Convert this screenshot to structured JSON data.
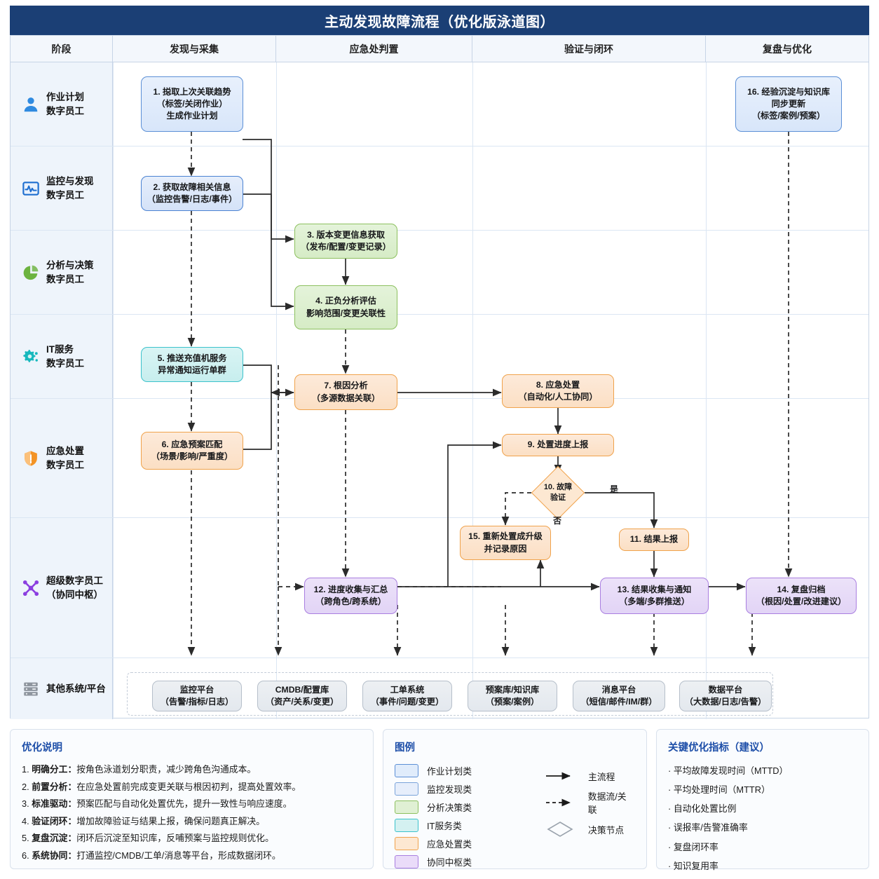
{
  "title": "主动发现故障流程（优化版泳道图）",
  "phases": [
    {
      "label": "阶段"
    },
    {
      "label": "发现与采集"
    },
    {
      "label": "应急处判置"
    },
    {
      "label": "验证与闭环"
    },
    {
      "label": "复盘与优化"
    }
  ],
  "lanes": [
    {
      "icon": "person-icon",
      "line1": "作业计划",
      "line2": "数字员工",
      "color": "#2f8ae0"
    },
    {
      "icon": "monitor-pulse-icon",
      "line1": "监控与发现",
      "line2": "数字员工",
      "color": "#1f6fd0"
    },
    {
      "icon": "pie-chart-icon",
      "line1": "分析与决策",
      "line2": "数字员工",
      "color": "#6cb33f"
    },
    {
      "icon": "gears-icon",
      "line1": "IT服务",
      "line2": "数字员工",
      "color": "#17b8bd"
    },
    {
      "icon": "shield-icon",
      "line1": "应急处置",
      "line2": "数字员工",
      "color": "#f39325"
    },
    {
      "icon": "network-node-icon",
      "line1": "超级数字员工",
      "line2": "（协同中枢）",
      "color": "#8b3ee0"
    },
    {
      "icon": "server-rack-icon",
      "line1": "其他系统/平台",
      "line2": "",
      "color": "#8e959e"
    }
  ],
  "nodes": [
    {
      "id": "n1",
      "title": "1. 搃取上次关联趋势",
      "sub": "（标签/关闭作业）",
      "sub2": "生成作业计划",
      "kind": "plan"
    },
    {
      "id": "n2",
      "title": "2. 获取故障相关信息",
      "sub": "（监控告警/日志/事件）",
      "kind": "mon"
    },
    {
      "id": "n3",
      "title": "3. 版本变更信息获取",
      "sub": "（发布/配置/变更记录）",
      "kind": "ana"
    },
    {
      "id": "n4",
      "title": "4. 正负分析评估",
      "sub": "影响范围/变更关联性",
      "kind": "ana"
    },
    {
      "id": "n5",
      "title": "5. 推送充值机服务",
      "sub": "异常通知运行单群",
      "kind": "it"
    },
    {
      "id": "n6",
      "title": "6. 应急预案匹配",
      "sub": "（场景/影响/严重度）",
      "kind": "emg"
    },
    {
      "id": "n7",
      "title": "7. 根因分析",
      "sub": "（多源数据关联）",
      "kind": "emg"
    },
    {
      "id": "n8",
      "title": "8. 应急处置",
      "sub": "（自动化/人工协同）",
      "kind": "emg"
    },
    {
      "id": "n9",
      "title": "9. 处置进度上报",
      "sub": "",
      "kind": "emg"
    },
    {
      "id": "n10",
      "title": "10. 故障",
      "sub": "验证",
      "kind": "decision"
    },
    {
      "id": "n11",
      "title": "11. 结果上报",
      "sub": "",
      "kind": "emg"
    },
    {
      "id": "n12",
      "title": "12. 进度收集与汇总",
      "sub": "（跨角色/跨系统）",
      "kind": "hub"
    },
    {
      "id": "n13",
      "title": "13. 结果收集与通知",
      "sub": "（多端/多群推送）",
      "kind": "hub"
    },
    {
      "id": "n14",
      "title": "14. 复盘归档",
      "sub": "（根因/处置/改进建议）",
      "kind": "hub"
    },
    {
      "id": "n15",
      "title": "15. 重新处置成升级",
      "sub": "并记录原因",
      "kind": "emg"
    },
    {
      "id": "n16",
      "title": "16. 经验沉淀与知识库",
      "sub": "同步更新",
      "sub2": "（标签/案例/预案）",
      "kind": "plan"
    }
  ],
  "edge_labels": {
    "yes": "是",
    "no": "否"
  },
  "systems": [
    {
      "title": "监控平台",
      "sub": "（告警/指标/日志）"
    },
    {
      "title": "CMDB/配置库",
      "sub": "（资产/关系/变更）"
    },
    {
      "title": "工单系统",
      "sub": "（事件/问题/变更）"
    },
    {
      "title": "预案库/知识库",
      "sub": "（预案/案例）"
    },
    {
      "title": "消息平台",
      "sub": "（短信/邮件/IM/群）"
    },
    {
      "title": "数据平台",
      "sub": "（大数据/日志/告警）"
    }
  ],
  "notes": {
    "title": "优化说明",
    "items": [
      {
        "num": "1.",
        "label": "明确分工：",
        "text": "按角色泳道划分职责，减少跨角色沟通成本。"
      },
      {
        "num": "2.",
        "label": "前置分析：",
        "text": "在应急处置前完成变更关联与根因初判，提高处置效率。"
      },
      {
        "num": "3.",
        "label": "标准驱动：",
        "text": "预案匹配与自动化处置优先，提升一致性与响应速度。"
      },
      {
        "num": "4.",
        "label": "验证闭环：",
        "text": "增加故障验证与结果上报，确保问题真正解决。"
      },
      {
        "num": "5.",
        "label": "复盘沉淀：",
        "text": "闭环后沉淀至知识库，反哺预案与监控规则优化。"
      },
      {
        "num": "6.",
        "label": "系统协同：",
        "text": "打通监控/CMDB/工单/消息等平台，形成数据闭环。"
      }
    ]
  },
  "legend": {
    "title": "图例",
    "swatches": [
      {
        "label": "作业计划类",
        "fill": "#e0ecfb",
        "stroke": "#5b8fd6"
      },
      {
        "label": "监控发现类",
        "fill": "#e6eefb",
        "stroke": "#7aa3da"
      },
      {
        "label": "分析决策类",
        "fill": "#e0f0d4",
        "stroke": "#8cc05e"
      },
      {
        "label": "IT服务类",
        "fill": "#d4f1f1",
        "stroke": "#3bc2cc"
      },
      {
        "label": "应急处置类",
        "fill": "#fde8d2",
        "stroke": "#f0a24b"
      },
      {
        "label": "协同中枢类",
        "fill": "#eadcf9",
        "stroke": "#a97ee0"
      }
    ],
    "markers": [
      {
        "type": "solid-arrow",
        "label": "主流程"
      },
      {
        "type": "dashed-arrow",
        "label": "数据流/关联"
      },
      {
        "type": "diamond",
        "label": "决策节点"
      }
    ]
  },
  "metrics": {
    "title": "关键优化指标（建议）",
    "items": [
      "平均故障发现时间（MTTD）",
      "平均处理时间（MTTR）",
      "自动化处置比例",
      "误报率/告警准确率",
      "复盘闭环率",
      "知识复用率"
    ]
  }
}
